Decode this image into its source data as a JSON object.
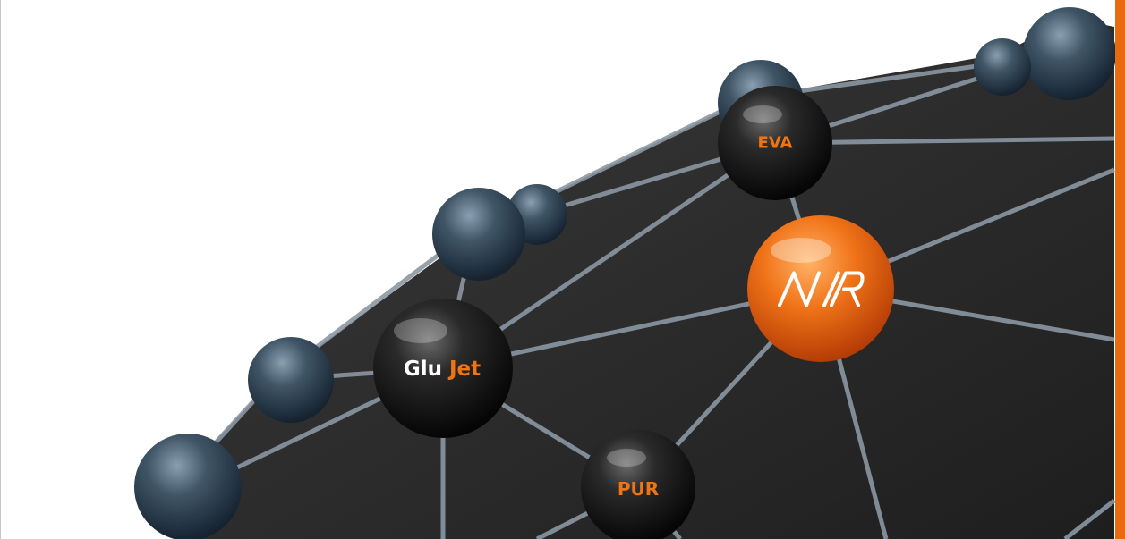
{
  "nodes": {
    "glujet": {
      "part1": "Glu",
      "part2": "Jet"
    },
    "eva": {
      "label": "EVA"
    },
    "pur": {
      "label": "PUR"
    },
    "nir": {
      "logo_text": "NIR"
    }
  },
  "colors": {
    "accent": "#ea6a10",
    "label_orange": "#ee7512",
    "dome_dark": "#2a2a2a",
    "sphere_dark": "#1a1a1a",
    "strut": "#8a97a3"
  }
}
